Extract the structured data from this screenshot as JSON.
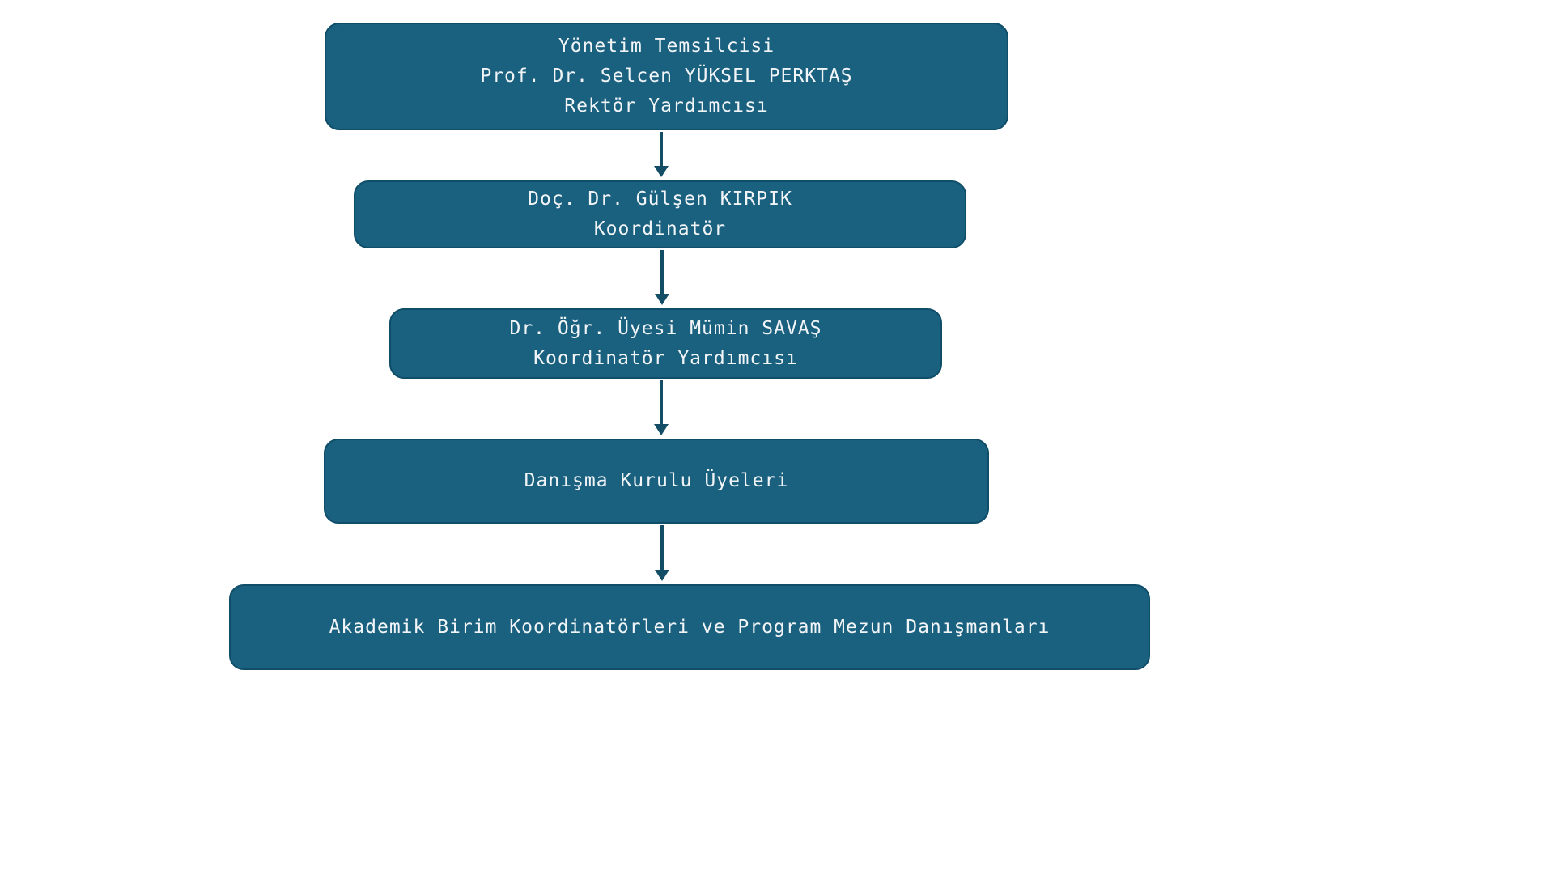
{
  "diagram": {
    "type": "org-chart",
    "colors": {
      "background": "#ffffff",
      "box_fill": "#1a607f",
      "box_border": "#0f4d68",
      "arrow": "#134e66",
      "text": "#f2f5f7"
    },
    "nodes": [
      {
        "lines": [
          "Yönetim Temsilcisi",
          "Prof. Dr. Selcen YÜKSEL PERKTAŞ",
          "Rektör Yardımcısı"
        ]
      },
      {
        "lines": [
          "Doç. Dr. Gülşen KIRPIK",
          "Koordinatör"
        ]
      },
      {
        "lines": [
          "Dr. Öğr. Üyesi Mümin SAVAŞ",
          "Koordinatör Yardımcısı"
        ]
      },
      {
        "lines": [
          "Danışma Kurulu Üyeleri"
        ]
      },
      {
        "lines": [
          "Akademik Birim Koordinatörleri ve Program Mezun Danışmanları"
        ]
      }
    ],
    "connections": [
      {
        "from": 0,
        "to": 1
      },
      {
        "from": 1,
        "to": 2
      },
      {
        "from": 2,
        "to": 3
      },
      {
        "from": 3,
        "to": 4
      }
    ]
  }
}
